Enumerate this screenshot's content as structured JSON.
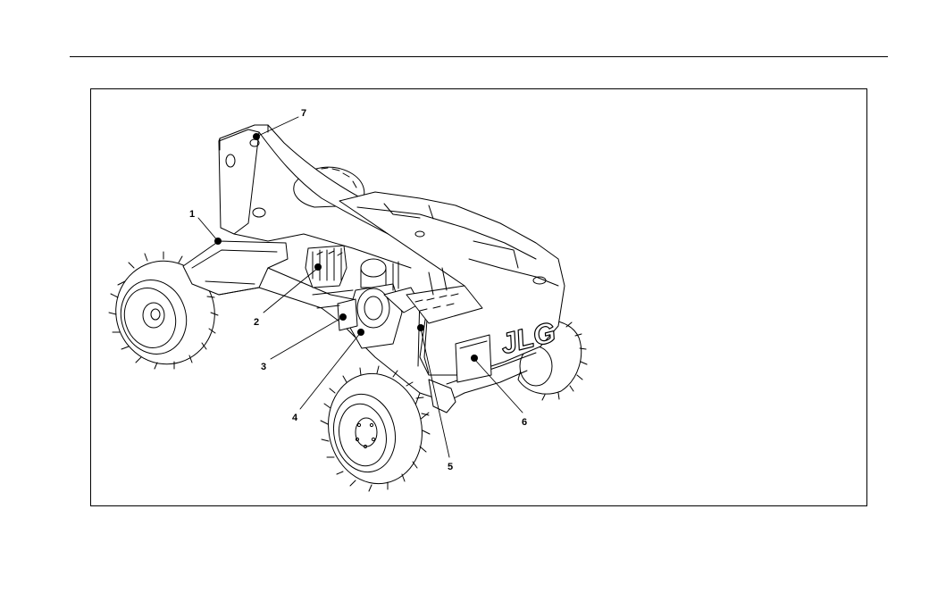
{
  "figure": {
    "callouts": [
      {
        "id": "1",
        "label": "1"
      },
      {
        "id": "2",
        "label": "2"
      },
      {
        "id": "3",
        "label": "3"
      },
      {
        "id": "4",
        "label": "4"
      },
      {
        "id": "5",
        "label": "5"
      },
      {
        "id": "6",
        "label": "6"
      },
      {
        "id": "7",
        "label": "7"
      }
    ],
    "logo_text": "JLG"
  }
}
